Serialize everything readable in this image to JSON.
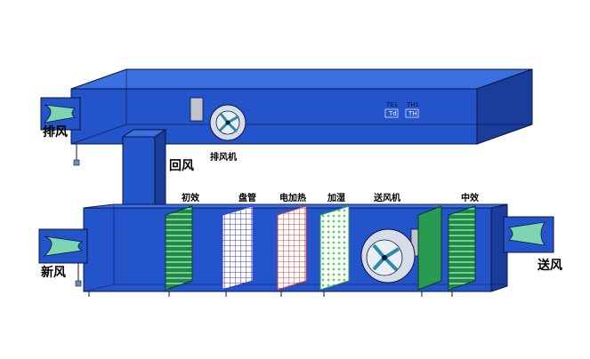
{
  "labels": {
    "exhaust_air": "排风",
    "return_air": "回风",
    "exhaust_fan": "排风机",
    "fresh_air": "新风",
    "supply_air": "送风"
  },
  "sections": {
    "primary_filter": "初效",
    "coil": "盘管",
    "electric_heater": "电加热",
    "humidifier": "加湿",
    "supply_fan": "送风机",
    "medium_filter": "中效"
  },
  "sensors": {
    "te1": "TE1",
    "th1": "TH1",
    "td": "Td",
    "th": "TH"
  },
  "colors": {
    "duct_face": "#2454c9",
    "duct_top": "#3a6fe0",
    "duct_dark": "#1a3d9c",
    "filter_green": "#2a9a52",
    "coil_blue": "#3a3ad8",
    "heater_red": "#e03c3c",
    "humidifier_green": "#55d455",
    "nozzle": "#7cd4b0"
  }
}
